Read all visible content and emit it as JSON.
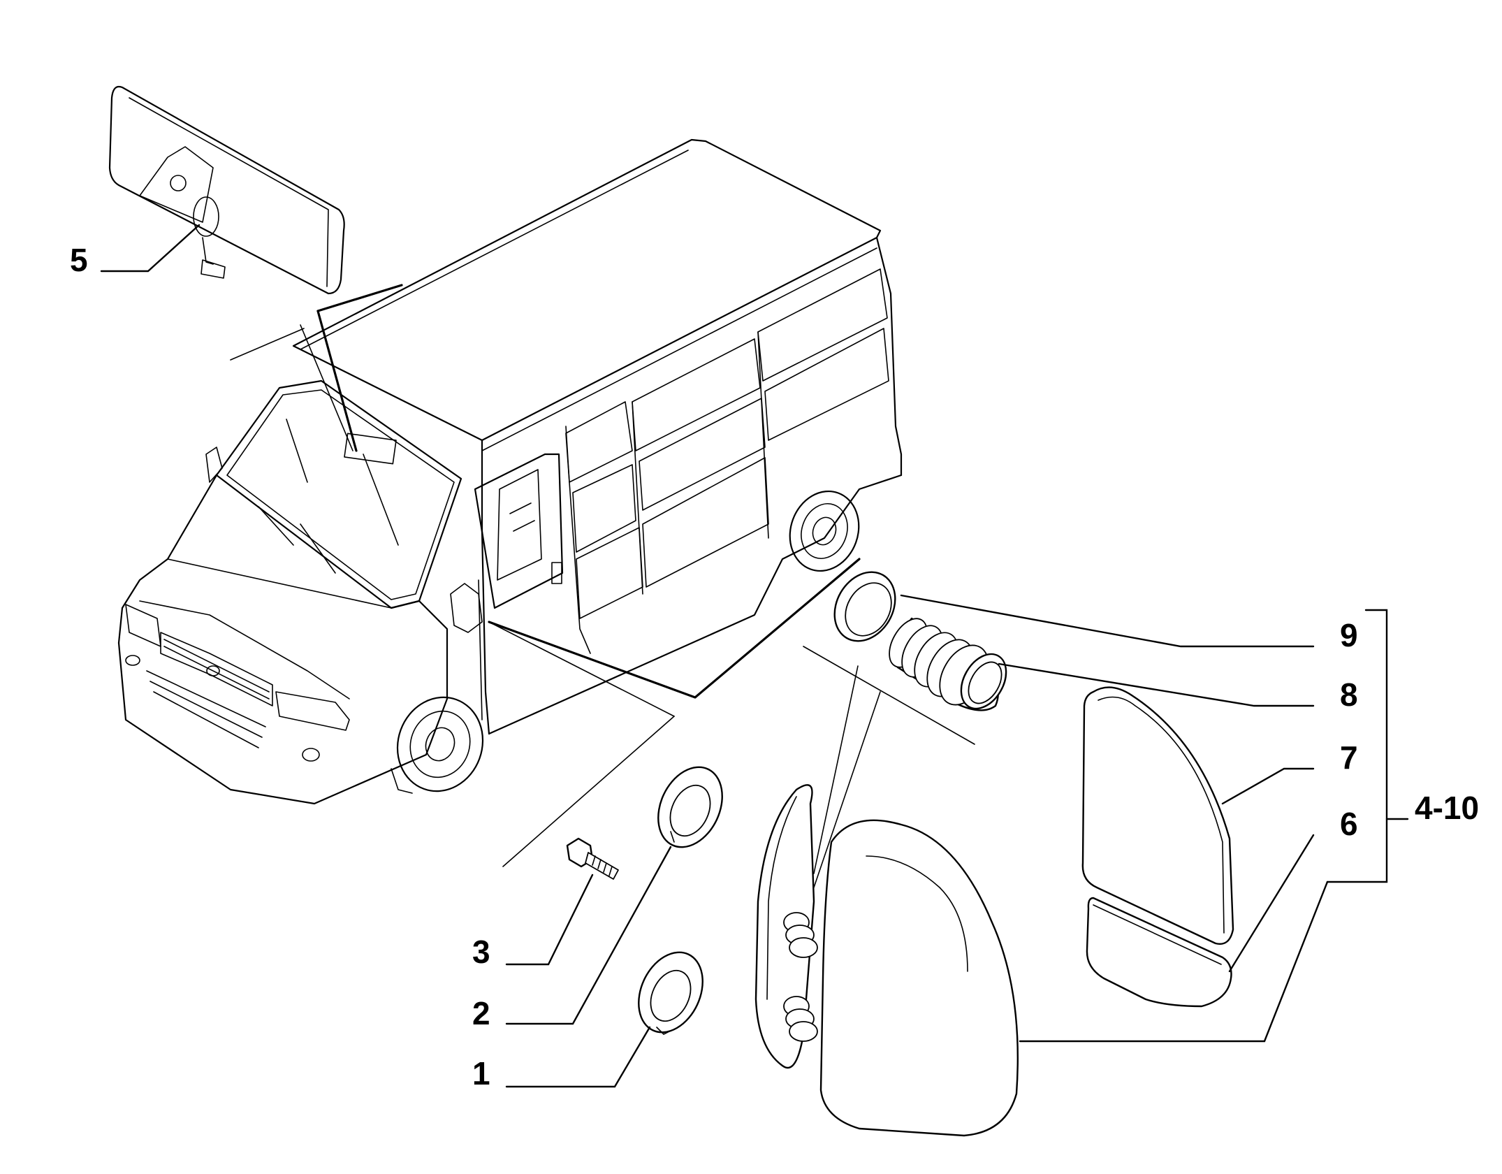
{
  "callouts": [
    {
      "id": "callout-1",
      "label": "1"
    },
    {
      "id": "callout-2",
      "label": "2"
    },
    {
      "id": "callout-3",
      "label": "3"
    },
    {
      "id": "callout-5",
      "label": "5"
    },
    {
      "id": "callout-6",
      "label": "6"
    },
    {
      "id": "callout-7",
      "label": "7"
    },
    {
      "id": "callout-8",
      "label": "8"
    },
    {
      "id": "callout-9",
      "label": "9"
    },
    {
      "id": "callout-group",
      "label": "4-10"
    }
  ],
  "colors": {
    "line": "#000000",
    "background": "#ffffff"
  }
}
